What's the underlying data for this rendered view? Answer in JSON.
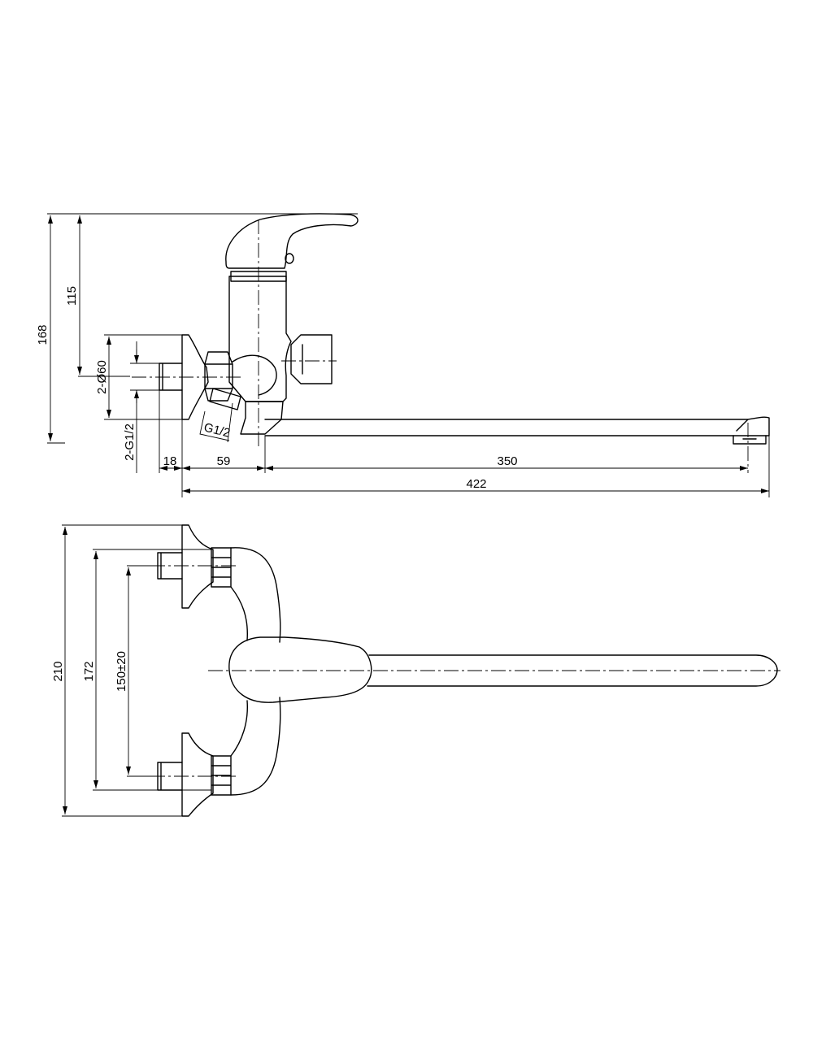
{
  "side_view": {
    "dims": {
      "height_total": "168",
      "height_outlet": "115",
      "flange_diameter": "2-Ø60",
      "inlet_thread": "2-G1/2",
      "nut_thread": "G1/2",
      "inlet_depth": "18",
      "body_offset": "59",
      "spout_reach": "350",
      "total_length": "422"
    }
  },
  "top_view": {
    "dims": {
      "overall_width": "210",
      "flange_span": "172",
      "center_distance": "150±20"
    }
  }
}
